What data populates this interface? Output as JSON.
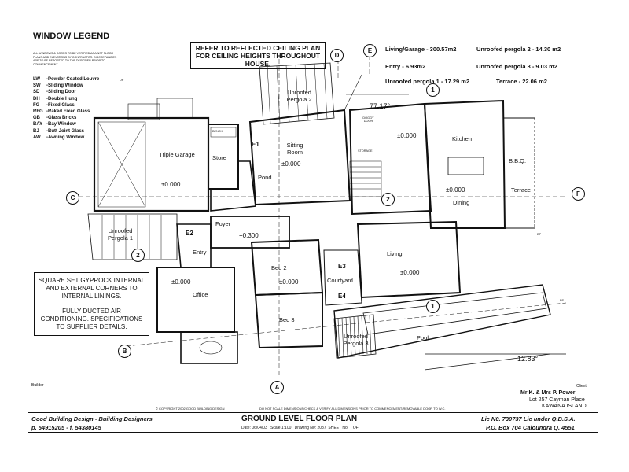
{
  "legend": {
    "title": "WINDOW LEGEND",
    "note": "ALL WINDOWS & DOORS TO BE VERIFIED AGAINST FLOOR PLANS AND ELEVATIONS BY CONTRACTOR. DISCREPANCIES ARE TO BE REPORTED TO THE DESIGNER PRIOR TO COMMENCEMENT",
    "items": [
      {
        "code": "LW",
        "desc": "-Powder Coated Louvre"
      },
      {
        "code": "SW",
        "desc": "-Sliding Window"
      },
      {
        "code": "SD",
        "desc": "-Sliding Door"
      },
      {
        "code": "DH",
        "desc": "-Double Hung"
      },
      {
        "code": "FG",
        "desc": "-Fixed Glass"
      },
      {
        "code": "RFG",
        "desc": "-Raked Fixed Glass"
      },
      {
        "code": "GB",
        "desc": "-Glass Bricks"
      },
      {
        "code": "BAY",
        "desc": "-Bay Window"
      },
      {
        "code": "BJ",
        "desc": "-Butt Joint Glass"
      },
      {
        "code": "AW",
        "desc": "-Awning Window"
      }
    ]
  },
  "ceiling_note": "REFER TO REFLECTED CEILING PLAN FOR CEILING HEIGHTS THROUGHOUT HOUSE.",
  "areas": {
    "living_garage": "Living/Garage - 300.57m2",
    "entry": "Entry - 6.93m2",
    "pergola1": "Unroofed pergola 1 - 17.29 m2",
    "pergola2": "Unroofed pergola 2 - 14.30 m2",
    "pergola3": "Unroofed pergola 3 - 9.03 m2",
    "terrace": "Terrace - 22.06 m2"
  },
  "notes": {
    "gyprock": "SQUARE SET GYPROCK INTERNAL AND EXTERNAL CORNERS TO INTERNAL LININGS.",
    "aircon": "FULLY DUCTED AIR CONDITIONING. SPECIFICATIONS TO SUPPLIER DETAILS."
  },
  "rooms": {
    "triple_garage": "Triple Garage",
    "store": "Store",
    "sitting": "Sitting Room",
    "kitchen": "Kitchen",
    "bbq": "B.B.Q.",
    "terrace": "Terrace",
    "dining": "Dining",
    "living": "Living",
    "pond": "Pond",
    "foyer": "Foyer",
    "entry": "Entry",
    "office": "Office",
    "bed2": "Bed 2",
    "bed3": "Bed 3",
    "courtyard": "Courtyard",
    "pool": "Pool",
    "pergola1": "Unroofed Pergola 1",
    "pergola2": "Unroofed Pergola 2",
    "pergola3": "Unroofed Pergola 3",
    "doggy_door": "DOGGY DOOR",
    "storage": "STORAGE",
    "bench": "BENCH"
  },
  "levels": {
    "main": "±0.000",
    "foyer": "+0.300"
  },
  "refs": {
    "A": "A",
    "B": "B",
    "C": "C",
    "D": "D",
    "E": "E",
    "F": "F",
    "E1": "E1",
    "E2": "E2",
    "E3": "E3",
    "E4": "E4",
    "one": "1",
    "two": "2",
    "dp": "DP",
    "ps": "PS"
  },
  "angles": {
    "a1": "77.17°",
    "a2": "12.83°"
  },
  "builder_label": "Builder",
  "client": {
    "label": "Client",
    "name": "Mr K. & Mrs P. Power",
    "address1": "Lot 257 Cayman Place",
    "address2": "KAWANA ISLAND"
  },
  "copyright": "© COPYRIGHT 2002 GOOD BUILDING DESIGN",
  "scale_note": "DO NOT SCALE DIMENSIONS/CHECK & VERIFY ALL DIMENSIONS PRIOR TO COMMENCEMENT/REMOVABLE DOOR TO W.C.",
  "title_block": {
    "firm": "Good Building Design - Building Designers",
    "title": "GROUND LEVEL FLOOR PLAN",
    "licence": "Lic N0. 730737 Lic under Q.B.S.A.",
    "phone": "p. 54915205 - f. 54380145",
    "date": "Date: 06/04/03",
    "scale": "Scale 1:100",
    "drawing": "Drawing N0: 2087",
    "sheet": "SHEET No.",
    "of": "OF",
    "po_box": "P.O. Box 704 Caloundra Q. 4551"
  }
}
